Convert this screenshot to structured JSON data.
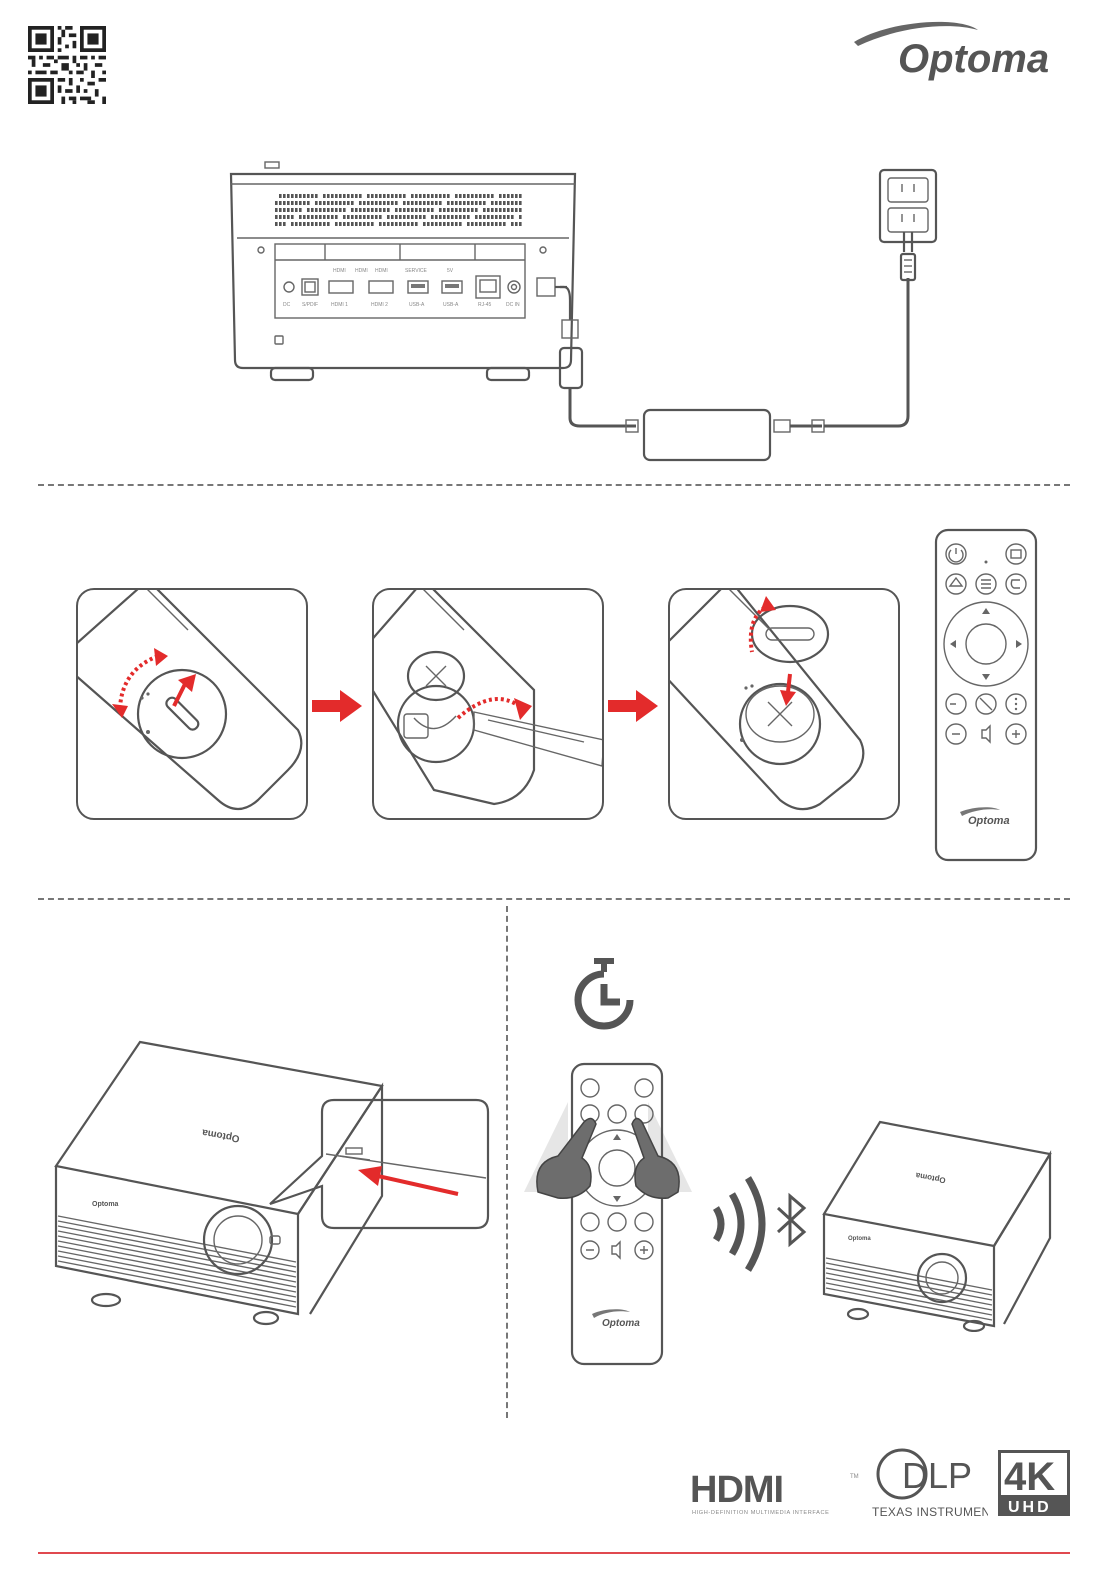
{
  "header": {
    "brand_logo": "Optoma",
    "qr_icon": "qr-code-icon"
  },
  "connection": {
    "port_labels": [
      "DC",
      "S/PDIF",
      "HDMI 1",
      "HDMI 2",
      "USB-A",
      "USB-A",
      "RJ-45",
      "DC IN"
    ],
    "port_badges": [
      "HDMI",
      "HDMI",
      "HDMI",
      "SERVICE",
      "5V"
    ]
  },
  "remote": {
    "brand": "Optoma",
    "icons": [
      "power-icon",
      "input-icon",
      "home-icon",
      "menu-icon",
      "back-icon",
      "up-icon",
      "down-icon",
      "left-icon",
      "right-icon",
      "ok-icon",
      "mute-icon",
      "focus-icon",
      "more-icon",
      "volume-down-icon",
      "speaker-icon",
      "volume-up-icon"
    ]
  },
  "pairing": {
    "timer_icon": "stopwatch-icon",
    "bluetooth_icon": "bluetooth-icon"
  },
  "projector": {
    "brand": "Optoma"
  },
  "footer": {
    "hdmi_logo": "HDMI",
    "hdmi_tm": "TM",
    "hdmi_tagline": "HIGH-DEFINITION MULTIMEDIA INTERFACE",
    "dlp_logo": "DLP",
    "dlp_maker": "TEXAS INSTRUMENTS",
    "uhd_top": "4K",
    "uhd_bottom": "UHD"
  },
  "colors": {
    "accent_red": "#e32b2b",
    "line_gray": "#555555",
    "footer_rule": "#e0484f"
  }
}
